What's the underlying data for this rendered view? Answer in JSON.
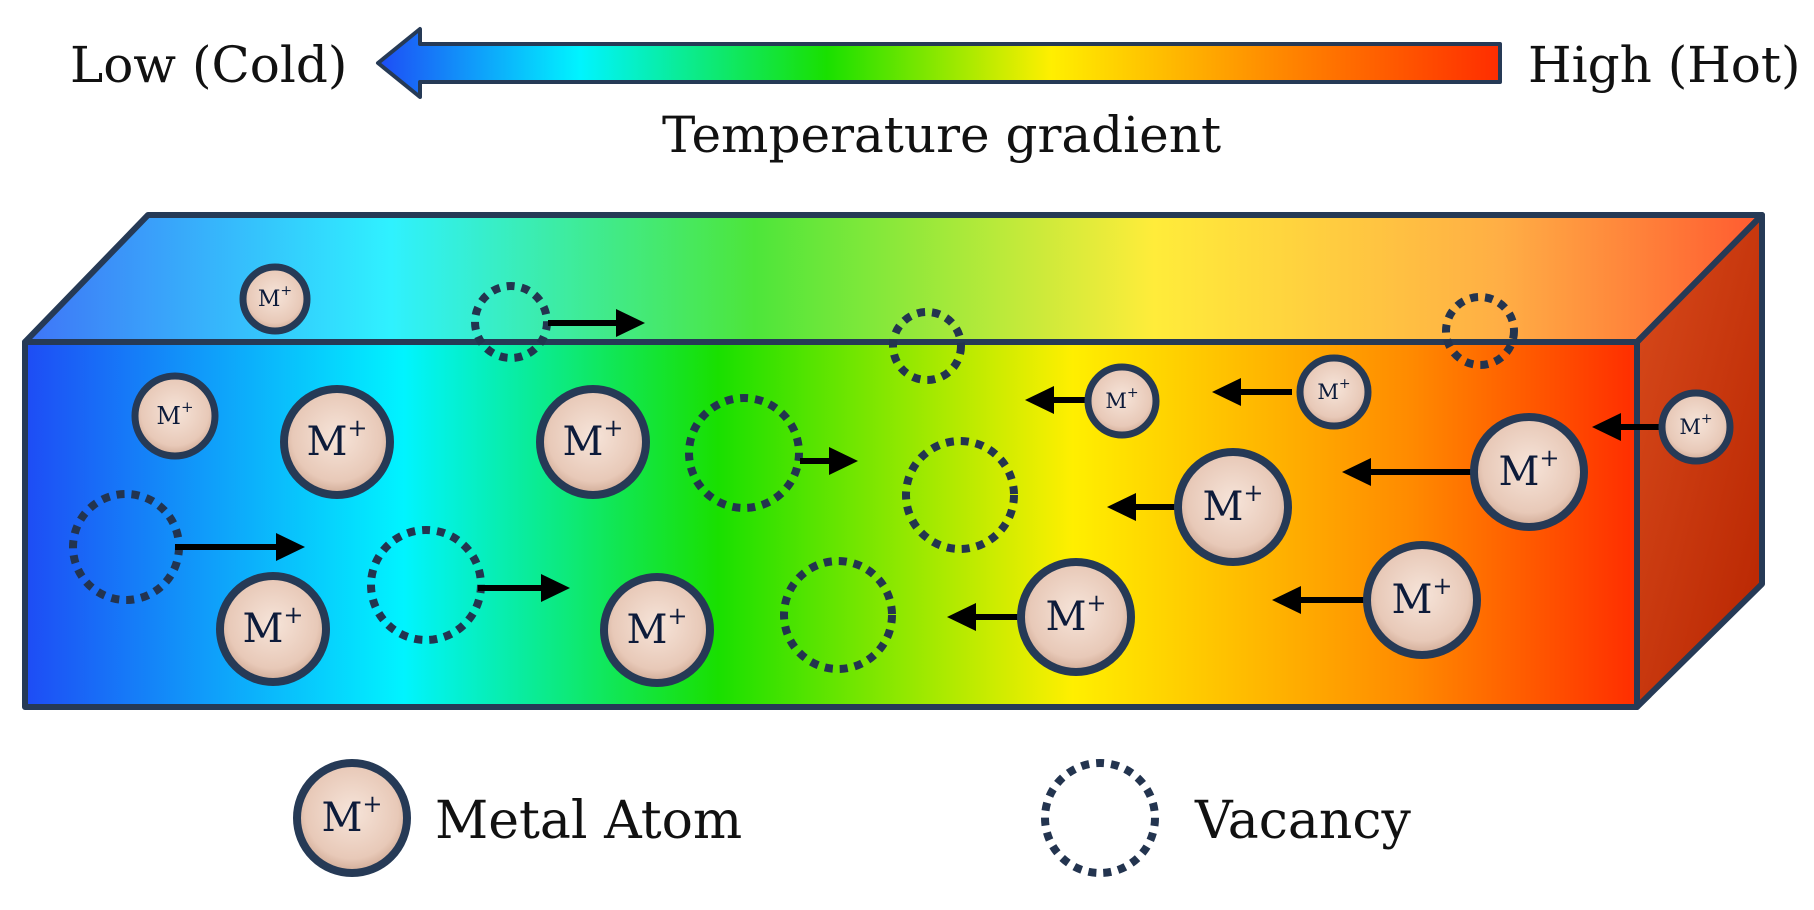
{
  "scale": {
    "low_label": "Low (Cold)",
    "high_label": "High (Hot)",
    "title": "Temperature gradient"
  },
  "atom_symbol": "M",
  "atom_charge": "+",
  "legend": {
    "metal_atom": "Metal Atom",
    "vacancy": "Vacancy"
  },
  "colors": {
    "cold": "#1e4cf5",
    "cyan": "#00f4ff",
    "green": "#19e000",
    "yellow": "#ffef00",
    "orange": "#ff8a00",
    "hot": "#ff2d00",
    "outline": "#263a56",
    "atom_fill": "#e8c9b8",
    "atom_center": "#f6e4d9",
    "vacancy_stroke": "#23344f",
    "arrow": "#000000"
  }
}
